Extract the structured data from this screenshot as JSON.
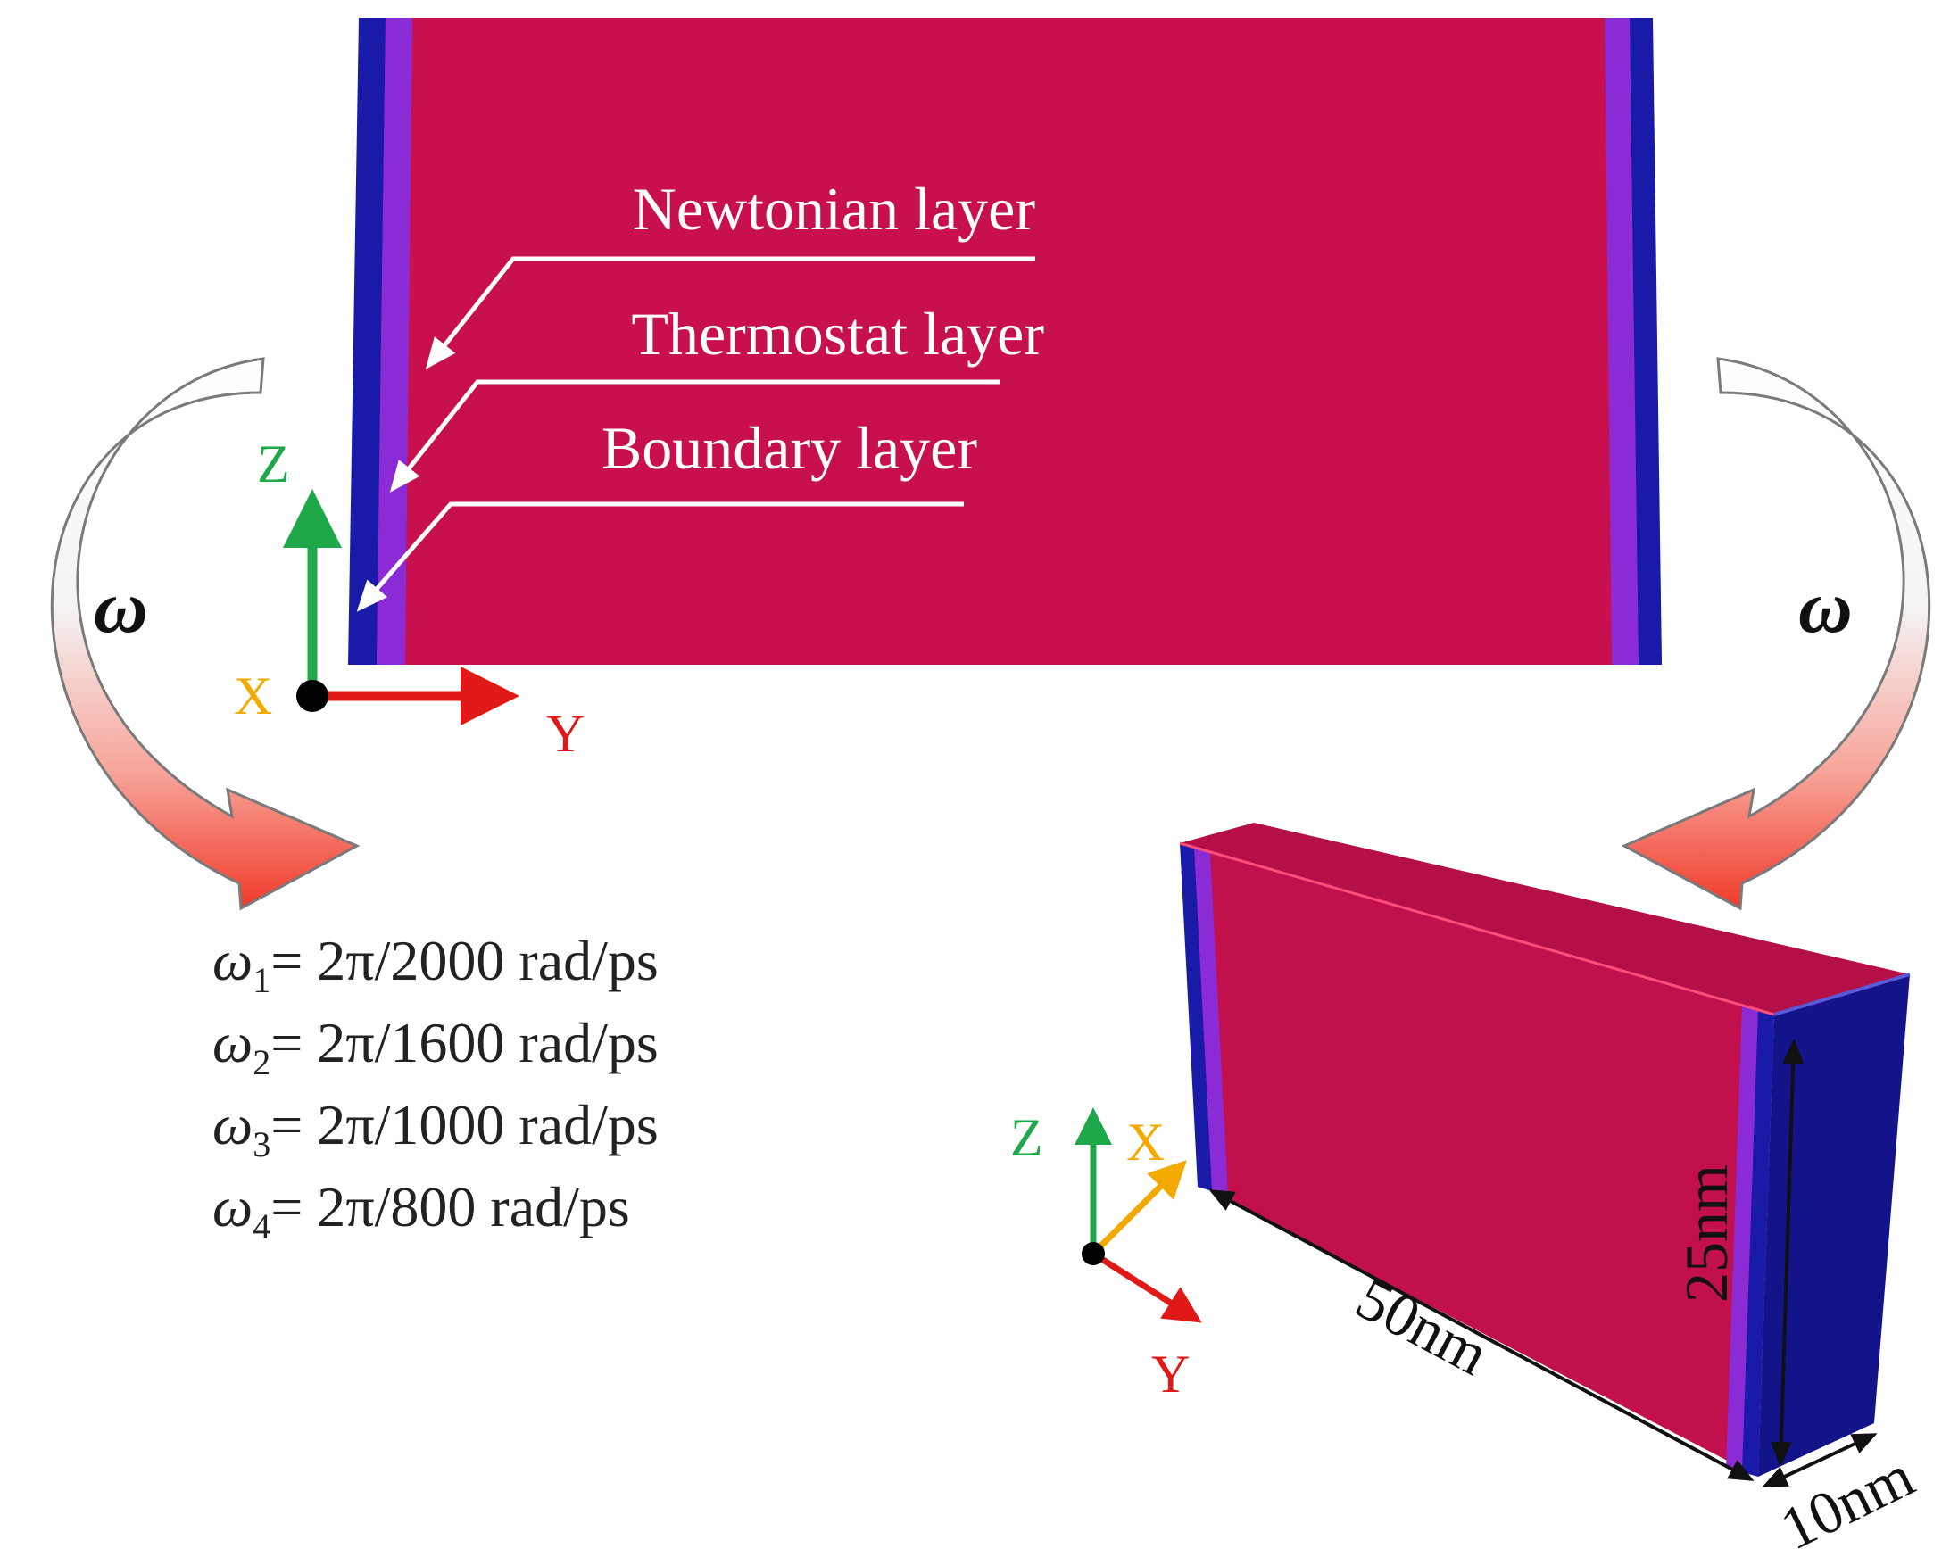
{
  "labels": {
    "newtonian": "Newtonian layer",
    "thermostat": "Thermostat layer",
    "boundary": "Boundary layer",
    "omega_left": "ω",
    "omega_right": "ω"
  },
  "axes_2d": {
    "z": "Z",
    "x": "X",
    "y": "Y"
  },
  "axes_3d": {
    "z": "Z",
    "x": "X",
    "y": "Y"
  },
  "equations": [
    {
      "symbol": "ω",
      "sub": "1",
      "rhs": "= 2π/2000 rad/ps"
    },
    {
      "symbol": "ω",
      "sub": "2",
      "rhs": "= 2π/1600 rad/ps"
    },
    {
      "symbol": "ω",
      "sub": "3",
      "rhs": "= 2π/1000 rad/ps"
    },
    {
      "symbol": "ω",
      "sub": "4",
      "rhs": "= 2π/800   rad/ps"
    }
  ],
  "dimensions": {
    "length": "50nm",
    "height": "25nm",
    "width": "10nm"
  },
  "colors": {
    "newtonian": "#c8104e",
    "thermostat": "#8a2bd6",
    "boundary": "#1a1aa8",
    "axis_z": "#1fa84a",
    "axis_x": "#f2a900",
    "axis_y": "#e01818",
    "arrow_start": "#ffffff",
    "arrow_end": "#f03a2a"
  }
}
